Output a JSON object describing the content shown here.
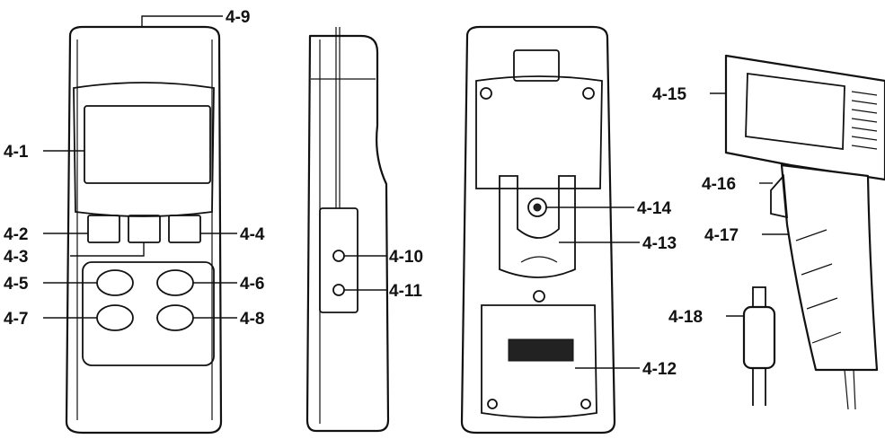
{
  "labels": {
    "l4_1": "4-1",
    "l4_2": "4-2",
    "l4_3": "4-3",
    "l4_4": "4-4",
    "l4_5": "4-5",
    "l4_6": "4-6",
    "l4_7": "4-7",
    "l4_8": "4-8",
    "l4_9": "4-9",
    "l4_10": "4-10",
    "l4_11": "4-11",
    "l4_12": "4-12",
    "l4_13": "4-13",
    "l4_14": "4-14",
    "l4_15": "4-15",
    "l4_16": "4-16",
    "l4_17": "4-17",
    "l4_18": "4-18"
  }
}
